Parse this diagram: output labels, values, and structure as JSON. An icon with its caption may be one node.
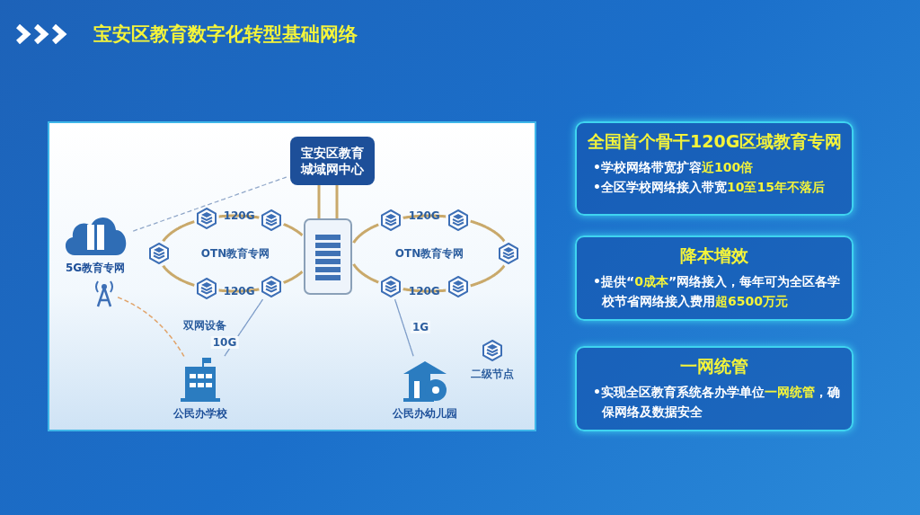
{
  "diagram": {
    "title": "宝安区教育数字化转型基础网络",
    "nodes": [
      {
        "text": [
          "宝安区教育城域网中心"
        ]
      },
      {
        "text": [
          "5G教育专网"
        ]
      },
      {
        "text": [],
        "shape": "picture"
      },
      {
        "text": [],
        "shape": "picture"
      },
      {
        "text": [],
        "shape": "picture"
      },
      {
        "text": [],
        "shape": "picture"
      },
      {
        "text": [],
        "shape": "picture"
      },
      {
        "text": [],
        "shape": "picture"
      },
      {
        "text": [],
        "shape": "picture"
      },
      {
        "text": [],
        "shape": "picture"
      },
      {
        "text": [],
        "shape": "picture"
      },
      {
        "text": [],
        "shape": "picture"
      },
      {
        "text": [],
        "shape": "picture"
      },
      {
        "text": [],
        "shape": "picture"
      },
      {
        "text": [
          "公民办学校"
        ]
      },
      {
        "text": [
          "公民办幼儿园"
        ]
      },
      {
        "text": [
          "全国首个骨干120G区域教育专网",
          "•学校网络带宽扩容**近100倍**",
          "•全区学校网络接入带宽**10至15年不落后**"
        ]
      },
      {
        "text": [
          "降本增效",
          "•提供“**0成本**”网络接入，每年可为全区各学校节省网络接入费用**超6500万元**"
        ]
      },
      {
        "text": [
          "一网统管",
          "•实现全区教育系统各办学单位**一网统管**，确保网络及数据安全"
        ]
      }
    ],
    "edges": [
      {
        "from": 1,
        "to": 0,
        "arrow": "none",
        "style": "dashed",
        "color": "#8fa6c8"
      },
      {
        "from": 0,
        "to": 4,
        "arrow": "none"
      },
      {
        "from": 0,
        "to": 4,
        "arrow": "none"
      },
      {
        "from": 2,
        "to": 3,
        "arrow": "none",
        "label": "120G"
      },
      {
        "from": 3,
        "to": 4,
        "arrow": "none"
      },
      {
        "from": 4,
        "to": 10,
        "arrow": "none"
      },
      {
        "from": 10,
        "to": 9,
        "arrow": "none",
        "label": "120G"
      },
      {
        "from": 9,
        "to": 7,
        "arrow": "none"
      },
      {
        "from": 7,
        "to": 2,
        "arrow": "none"
      },
      {
        "from": 4,
        "to": 5,
        "arrow": "none"
      },
      {
        "from": 5,
        "to": 6,
        "arrow": "none",
        "label": "120G"
      },
      {
        "from": 6,
        "to": 8,
        "arrow": "none"
      },
      {
        "from": 8,
        "to": 12,
        "arrow": "none"
      },
      {
        "from": 12,
        "to": 11,
        "arrow": "none",
        "label": "120G"
      },
      {
        "from": 11,
        "to": 4,
        "arrow": "none"
      },
      {
        "from": 10,
        "to": 14,
        "arrow": "none",
        "label": "10G",
        "color": "#7d9cc8"
      },
      {
        "from": 13,
        "to": 14,
        "arrow": "none",
        "style": "dashed",
        "color": "#e0a36a"
      },
      {
        "from": 11,
        "to": 15,
        "arrow": "none",
        "label": "1G",
        "color": "#7d9cc8"
      }
    ],
    "labels": [
      "OTN教育专网",
      "OTN教育专网",
      "双网设备"
    ],
    "legend": [
      {
        "text": "二级节点"
      }
    ]
  }
}
